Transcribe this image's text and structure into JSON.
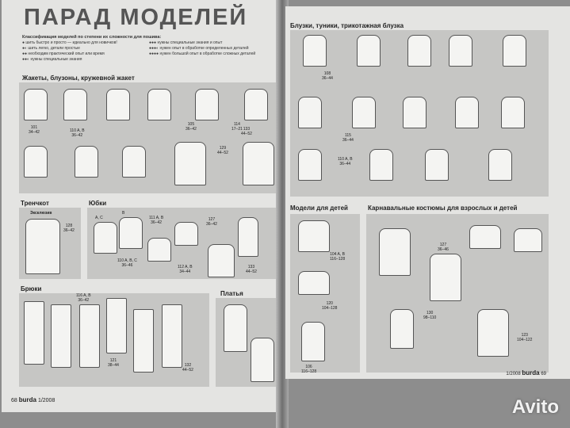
{
  "left_page": {
    "title": "ПАРАД МОДЕЛЕЙ",
    "legend": {
      "heading": "Классификация моделей по степени их сложности для пошива:",
      "items": [
        "● шить быстро и просто — идеально для новичков!",
        "●◐ шить легко, детали простые",
        "●● необходим практический опыт или время",
        "●●◐ нужны специальные знания",
        "●●● нужны специальные знания и опыт",
        "●●●◐ нужен опыт в обработке определенных деталей",
        "●●●● нужен большой опыт в обработке сложных деталей"
      ]
    },
    "sections": {
      "jackets": "Жакеты, блузоны, кружевной жакет",
      "trench": "Тренчкот",
      "exclusive": "Эксклюзив",
      "skirts": "Юбки",
      "trousers": "Брюки",
      "dresses": "Платья"
    },
    "labels": {
      "j1": "101\n34–42",
      "j2": "110 A, B\n36–42",
      "j3": "105\n36–42",
      "j4": "114\n17–21",
      "j5": "129\n44–52",
      "j6": "133\n44–52",
      "t1": "128\n36–42",
      "s1": "A, C",
      "s2": "B",
      "s3": "111 A, B\n36–42",
      "s4": "127\n36–42",
      "s5": "110 A, B, C\n36–46",
      "s6": "112 A, B\n34–44",
      "s7": "133\n44–52",
      "p1": "116 A, B\n36–42",
      "p2": "121\n38–44",
      "p3": "132\n44–52"
    },
    "footer": {
      "page": "68",
      "brand": "burda",
      "issue": "1/2008"
    }
  },
  "right_page": {
    "sections": {
      "blouses": "Блузки, туники, трикотажная блузка",
      "kids": "Модели для детей",
      "carnival": "Карнавальные костюмы для взрослых и детей"
    },
    "labels": {
      "b1": "108\n36–44",
      "b2": "115\n36–44",
      "b3": "110 A, B\n36–44",
      "k1": "104 A, B\n116–128",
      "k2": "120\n104–128",
      "k3": "106\n116–128",
      "c1": "127\n36–46",
      "c2": "130\n98–110",
      "c3": "123\n104–122"
    },
    "footer": {
      "issue": "1/2008",
      "brand": "burda",
      "page": "69"
    }
  },
  "watermark": "Avito"
}
